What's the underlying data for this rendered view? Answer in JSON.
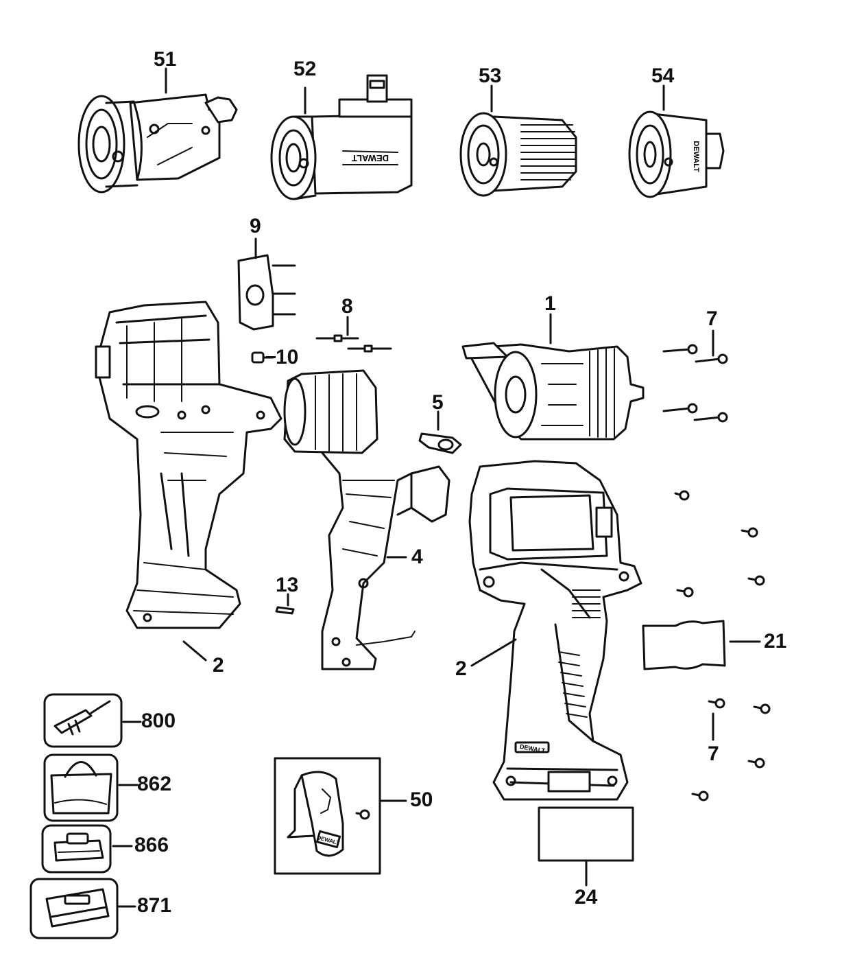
{
  "labels": {
    "p51": "51",
    "p52": "52",
    "p53": "53",
    "p54": "54",
    "p9": "9",
    "p8": "8",
    "p10": "10",
    "p1": "1",
    "p7a": "7",
    "p5": "5",
    "p4": "4",
    "p13": "13",
    "p2a": "2",
    "p2b": "2",
    "p21": "21",
    "p7b": "7",
    "p800": "800",
    "p862": "862",
    "p866": "866",
    "p871": "871",
    "p50": "50",
    "p24": "24"
  },
  "brand_marks": [
    "DEWALT",
    "DEWALT",
    "DEWALT",
    "DEWALT"
  ]
}
